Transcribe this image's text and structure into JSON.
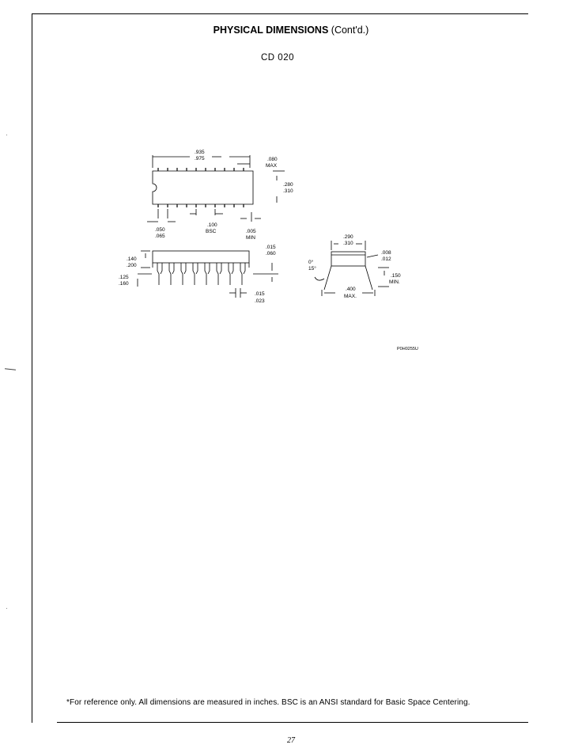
{
  "header": {
    "title_bold": "PHYSICAL DIMENSIONS",
    "title_suffix": "(Cont'd.)",
    "package": "CD 020"
  },
  "dimensions": {
    "length_a": ".935",
    "length_b": ".975",
    "max_val": ".080",
    "max_label": "MAX",
    "width_a": ".280",
    "width_b": ".310",
    "lead_a": ".050",
    "lead_b": ".065",
    "pitch": ".100",
    "pitch_label": "BSC",
    "min_val": ".005",
    "min_label": "MIN",
    "body_a": ".140",
    "body_b": ".200",
    "seat_a": ".125",
    "seat_b": ".160",
    "thick_a": ".015",
    "thick_b": ".060",
    "pin_a": ".015",
    "pin_b": ".023",
    "end_a": ".290",
    "end_b": ".310",
    "lead_t_a": ".008",
    "lead_t_b": ".012",
    "angle_a": "0°",
    "angle_b": "15°",
    "stand_val": ".150",
    "stand_label": "MIN.",
    "row_val": ".400",
    "row_label": "MAX."
  },
  "figure_id": "P0H0255U",
  "footnote": "*For reference only. All dimensions are measured in inches. BSC is an ANSI standard for Basic Space Centering.",
  "page_number": "27"
}
